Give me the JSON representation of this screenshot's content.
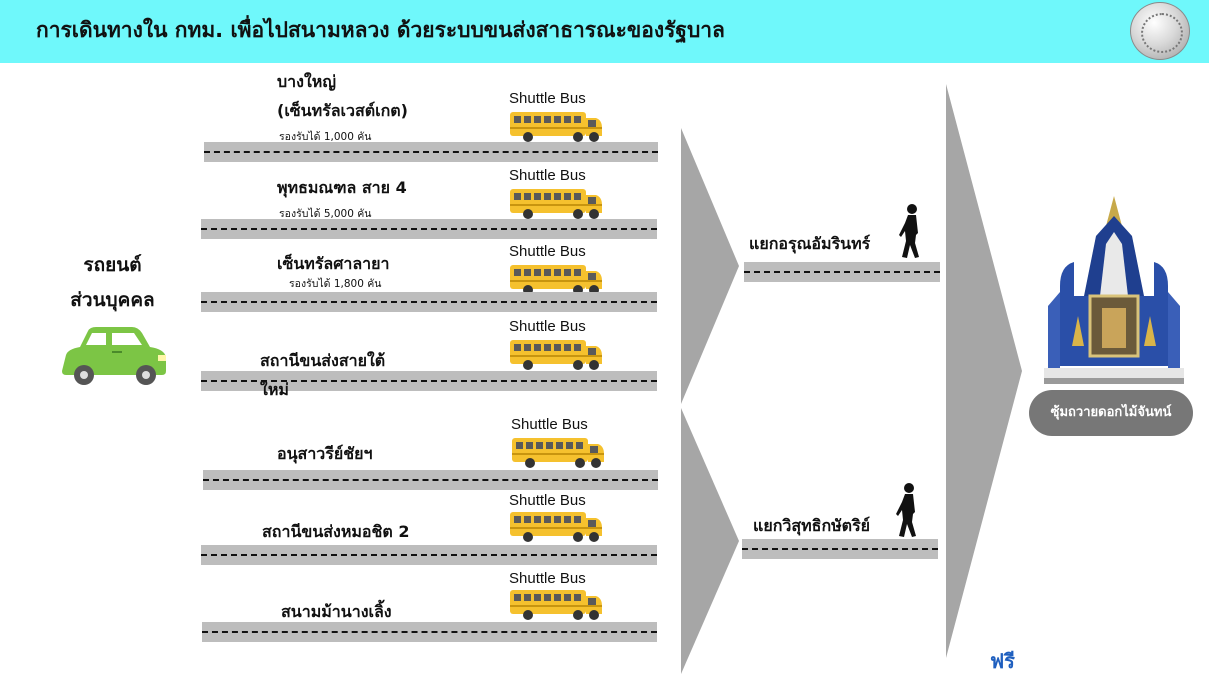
{
  "header": {
    "title": "การเดินทางใน กทม. เพื่อไปสนามหลวง ด้วยระบบขนส่งสาธารณะของรัฐบาล"
  },
  "private_car": {
    "line1": "รถยนต์",
    "line2": "ส่วนบุคคล"
  },
  "routes": [
    {
      "name": "บางใหญ่",
      "name2": "(เซ็นทรัลเวสต์เกต)",
      "capacity": "รองรับได้ 1,000 คัน",
      "shuttle": "Shuttle Bus"
    },
    {
      "name": "พุทธมณฑล สาย 4",
      "capacity": "รองรับได้ 5,000 คัน",
      "shuttle": "Shuttle Bus"
    },
    {
      "name": "เซ็นทรัลศาลายา",
      "capacity": "รองรับได้ 1,800 คัน",
      "shuttle": "Shuttle Bus"
    },
    {
      "name": "สถานีขนส่งสายใต้",
      "name2": "ใหม่",
      "shuttle": "Shuttle Bus"
    },
    {
      "name": "อนุสาวรีย์ชัยฯ",
      "shuttle": "Shuttle Bus"
    },
    {
      "name": "สถานีขนส่งหมอชิต 2",
      "shuttle": "Shuttle Bus"
    },
    {
      "name": "สนามม้านางเลิ้ง",
      "shuttle": "Shuttle Bus"
    }
  ],
  "walk_points": [
    {
      "label": "แยกอรุณอัมรินทร์"
    },
    {
      "label": "แยกวิสุทธิกษัตริย์"
    }
  ],
  "destination": {
    "label": "ซุ้มถวายดอกไม้จันทน์"
  },
  "free_label": "ฟรี",
  "colors": {
    "header_bg": "#6ff8fb",
    "road": "#bdbdbd",
    "arrow": "#a6a6a6",
    "bus": "#f5c12e",
    "car": "#7cc545",
    "pill": "#777777",
    "free": "#1f5fbf"
  },
  "icons": {
    "seal": "government-seal-icon",
    "car": "car-icon",
    "bus": "school-bus-icon",
    "walker": "walking-person-icon",
    "temple": "pavilion-icon"
  }
}
